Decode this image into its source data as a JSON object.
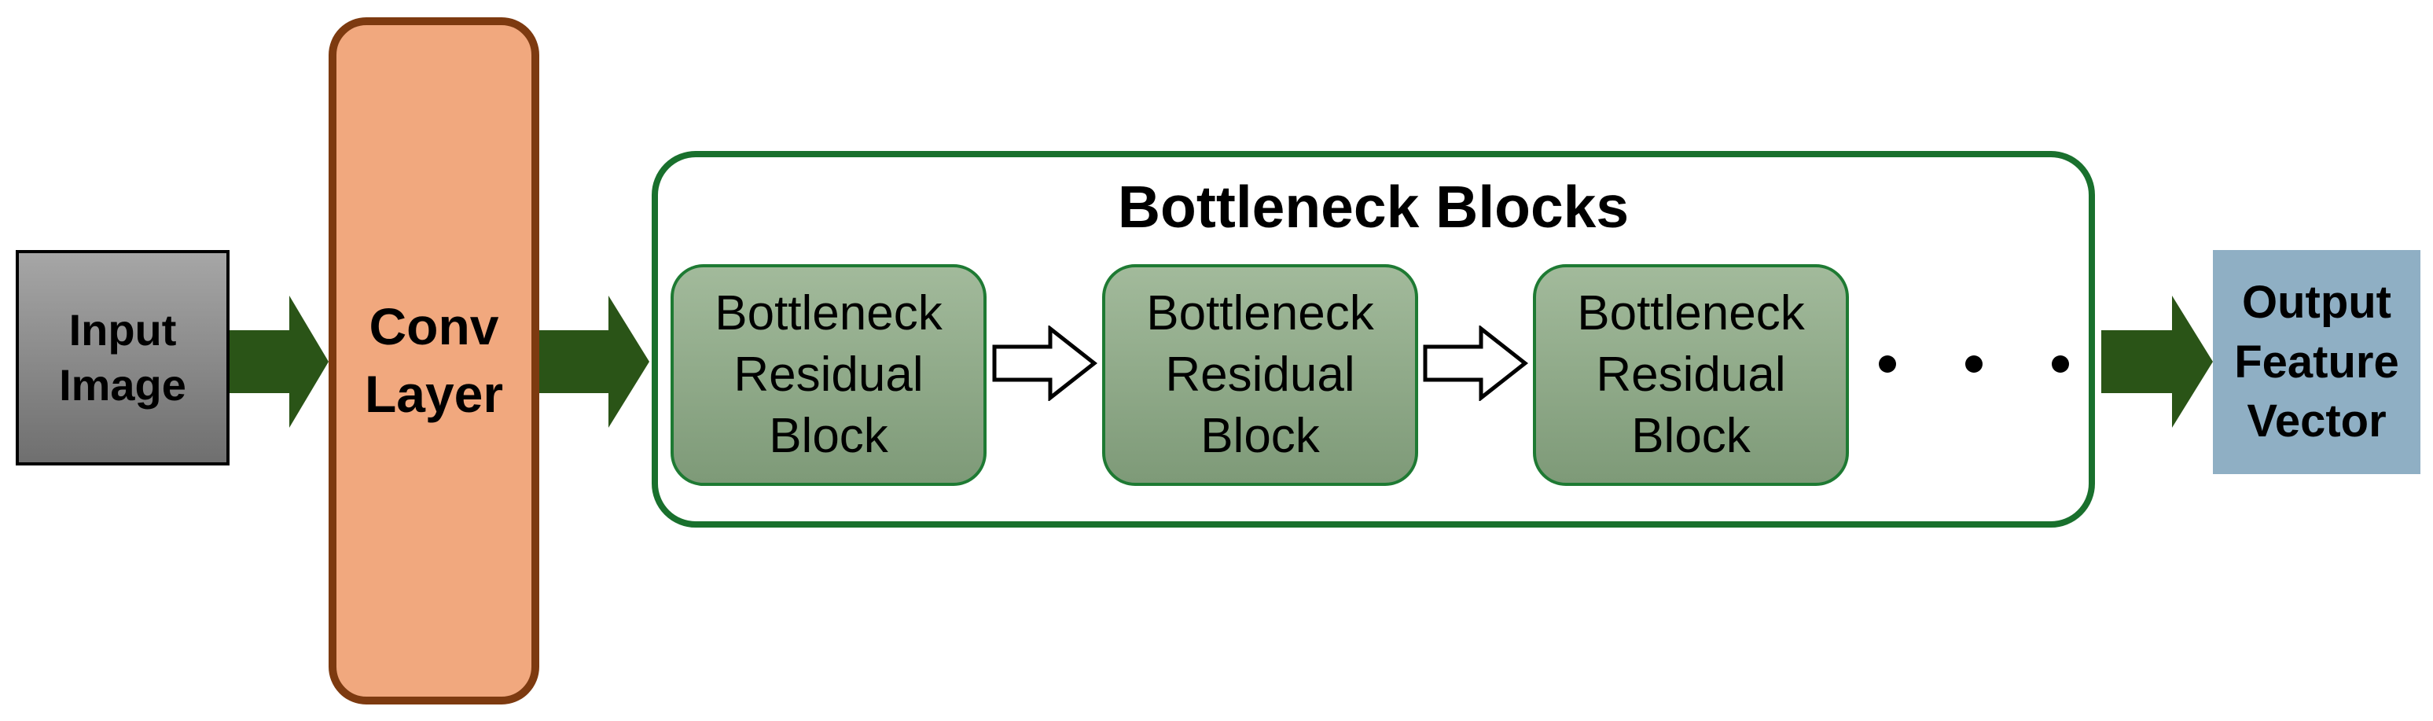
{
  "diagram": {
    "input_image": {
      "label": "Input\nImage"
    },
    "conv_layer": {
      "label": "Conv\nLayer"
    },
    "bottleneck_container": {
      "title": "Bottleneck Blocks",
      "blocks": [
        {
          "label": "Bottleneck\nResidual\nBlock"
        },
        {
          "label": "Bottleneck\nResidual\nBlock"
        },
        {
          "label": "Bottleneck\nResidual\nBlock"
        }
      ],
      "ellipsis_dot_count": 3
    },
    "output_feature_vector": {
      "label": "Output\nFeature\nVector"
    }
  },
  "colors": {
    "arrow_green": "#2a5417",
    "conv_fill": "#f1a87e",
    "conv_border": "#7d3a10",
    "container_border": "#19702d",
    "block_fill_top": "#a2ba9b",
    "block_fill_bottom": "#7e9a78",
    "block_border": "#1e7a33",
    "input_fill_top": "#a6a6a6",
    "input_fill_bottom": "#6f6f6f",
    "input_border": "#000000",
    "output_fill": "#8fafc4",
    "text": "#000000",
    "white_arrow_fill": "#ffffff",
    "white_arrow_border": "#000000"
  }
}
